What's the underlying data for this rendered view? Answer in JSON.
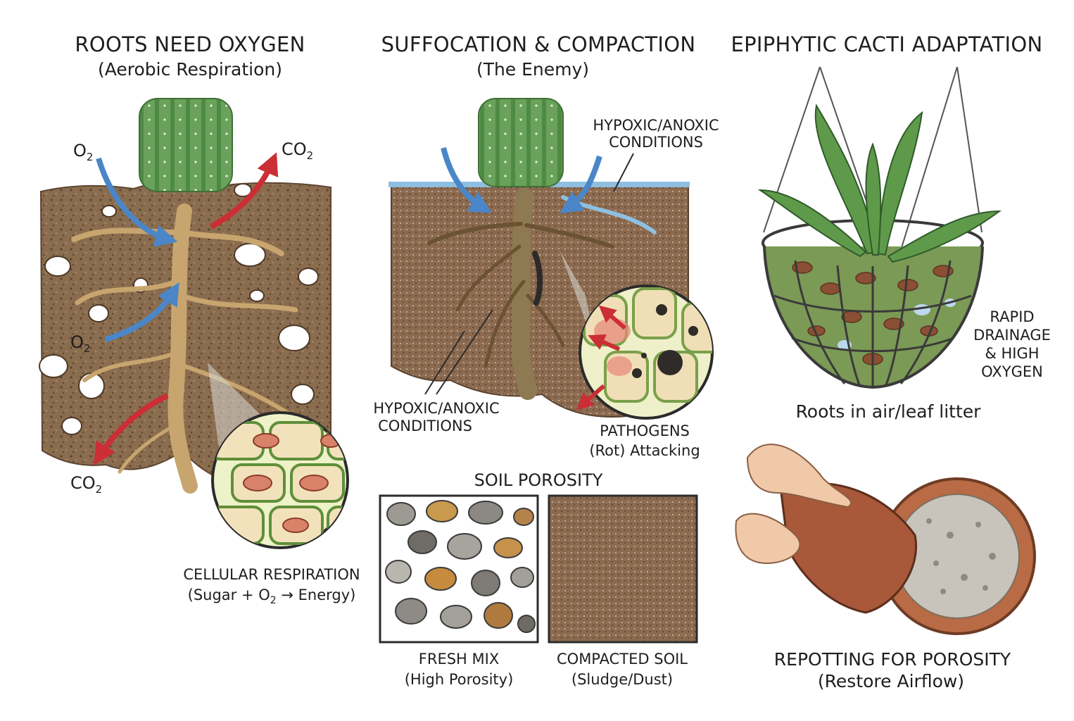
{
  "panels": {
    "roots": {
      "title": "ROOTS NEED OXYGEN",
      "subtitle": "(Aerobic Respiration)",
      "o2_label": "O",
      "co2_label": "CO",
      "subscript": "2",
      "callout_title": "CELLULAR RESPIRATION",
      "callout_sub_prefix": "(Sugar + O",
      "callout_sub_suffix": " → Energy)"
    },
    "suffocation": {
      "title": "SUFFOCATION & COMPACTION",
      "subtitle": "(The Enemy)",
      "hypoxic_top_line1": "HYPOXIC/ANOXIC",
      "hypoxic_top_line2": "CONDITIONS",
      "hypoxic_bottom_line1": "HYPOXIC/ANOXIC",
      "hypoxic_bottom_line2": "CONDITIONS",
      "pathogens_line1": "PATHOGENS",
      "pathogens_line2": "(Rot) Attacking"
    },
    "porosity": {
      "title": "SOIL POROSITY",
      "fresh_line1": "FRESH MIX",
      "fresh_line2": "(High Porosity)",
      "compacted_line1": "COMPACTED SOIL",
      "compacted_line2": "(Sludge/Dust)"
    },
    "epiphytic": {
      "title": "EPIPHYTIC CACTI ADAPTATION",
      "drainage_line1": "RAPID",
      "drainage_line2": "DRAINAGE",
      "drainage_line3": "& HIGH",
      "drainage_line4": "OXYGEN",
      "caption": "Roots in air/leaf litter"
    },
    "repotting": {
      "title": "REPOTTING FOR POROSITY",
      "subtitle": "(Restore Airflow)"
    }
  },
  "colors": {
    "oxygen_arrow": "#4a86c8",
    "co2_arrow": "#cc2e35",
    "soil": "#7a5f44",
    "cactus": "#6aa25b",
    "root": "#dcc08f",
    "water": "#8fbfe0",
    "pot": "#b86b45"
  }
}
